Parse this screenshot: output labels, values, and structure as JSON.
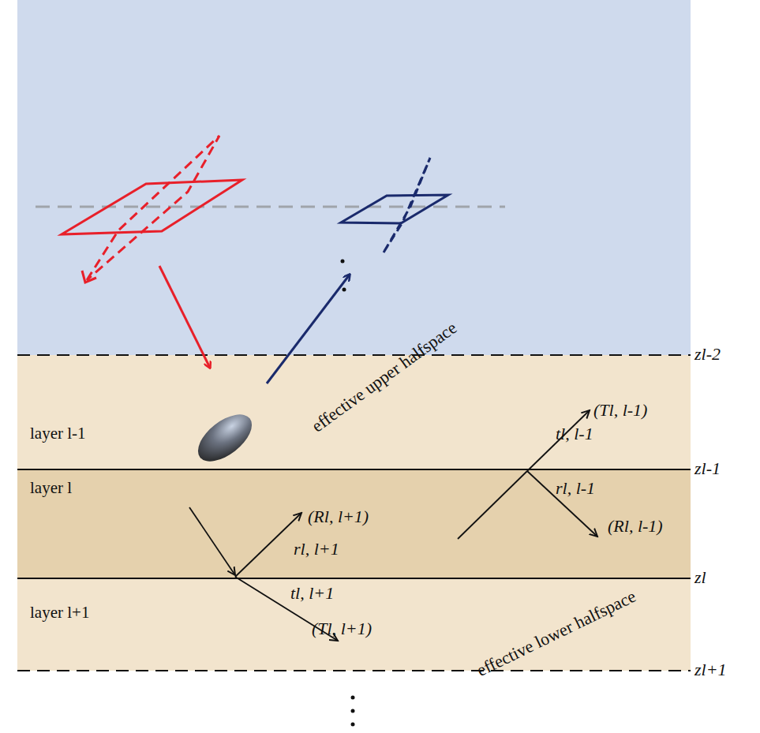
{
  "diagram": {
    "nodes": [
      {
        "text": [
          "layer l-1"
        ]
      },
      {
        "text": [
          "layer l"
        ]
      },
      {
        "text": [
          "layer l+1"
        ]
      }
    ],
    "labels": [
      "effective upper halfspace",
      "(Tl, l-1)",
      "tl, l-1",
      "rl, l-1",
      "(Rl, l-1)",
      "(Rl, l+1)",
      "rl, l+1",
      "tl, l+1",
      "(Tl, l+1)",
      "effective lower halfspace",
      "zl-2",
      "zl-1",
      "zl",
      "zl+1"
    ]
  }
}
